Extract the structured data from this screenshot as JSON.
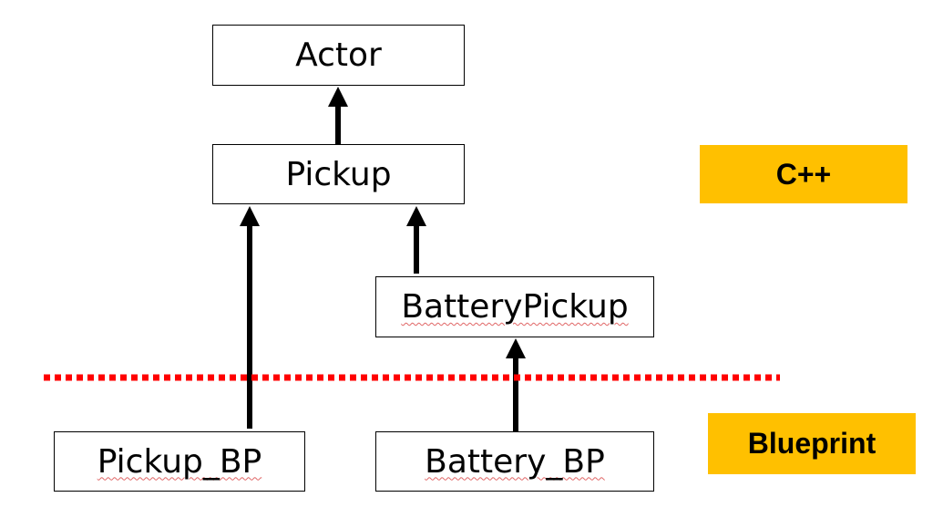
{
  "diagram": {
    "nodes": {
      "actor": "Actor",
      "pickup": "Pickup",
      "battery_pickup": "BatteryPickup",
      "pickup_bp": "Pickup_BP",
      "battery_bp": "Battery_BP"
    },
    "edges": [
      {
        "from": "pickup",
        "to": "actor"
      },
      {
        "from": "pickup_bp",
        "to": "pickup"
      },
      {
        "from": "battery_pickup",
        "to": "pickup"
      },
      {
        "from": "battery_bp",
        "to": "battery_pickup"
      }
    ],
    "regions": {
      "cpp_label": "C++",
      "blueprint_label": "Blueprint"
    },
    "colors": {
      "region_tag": "#ffc000",
      "divider": "#ff0000",
      "arrow": "#000000",
      "spellcheck_underline": "#e06666"
    },
    "divider_style": "dotted"
  }
}
